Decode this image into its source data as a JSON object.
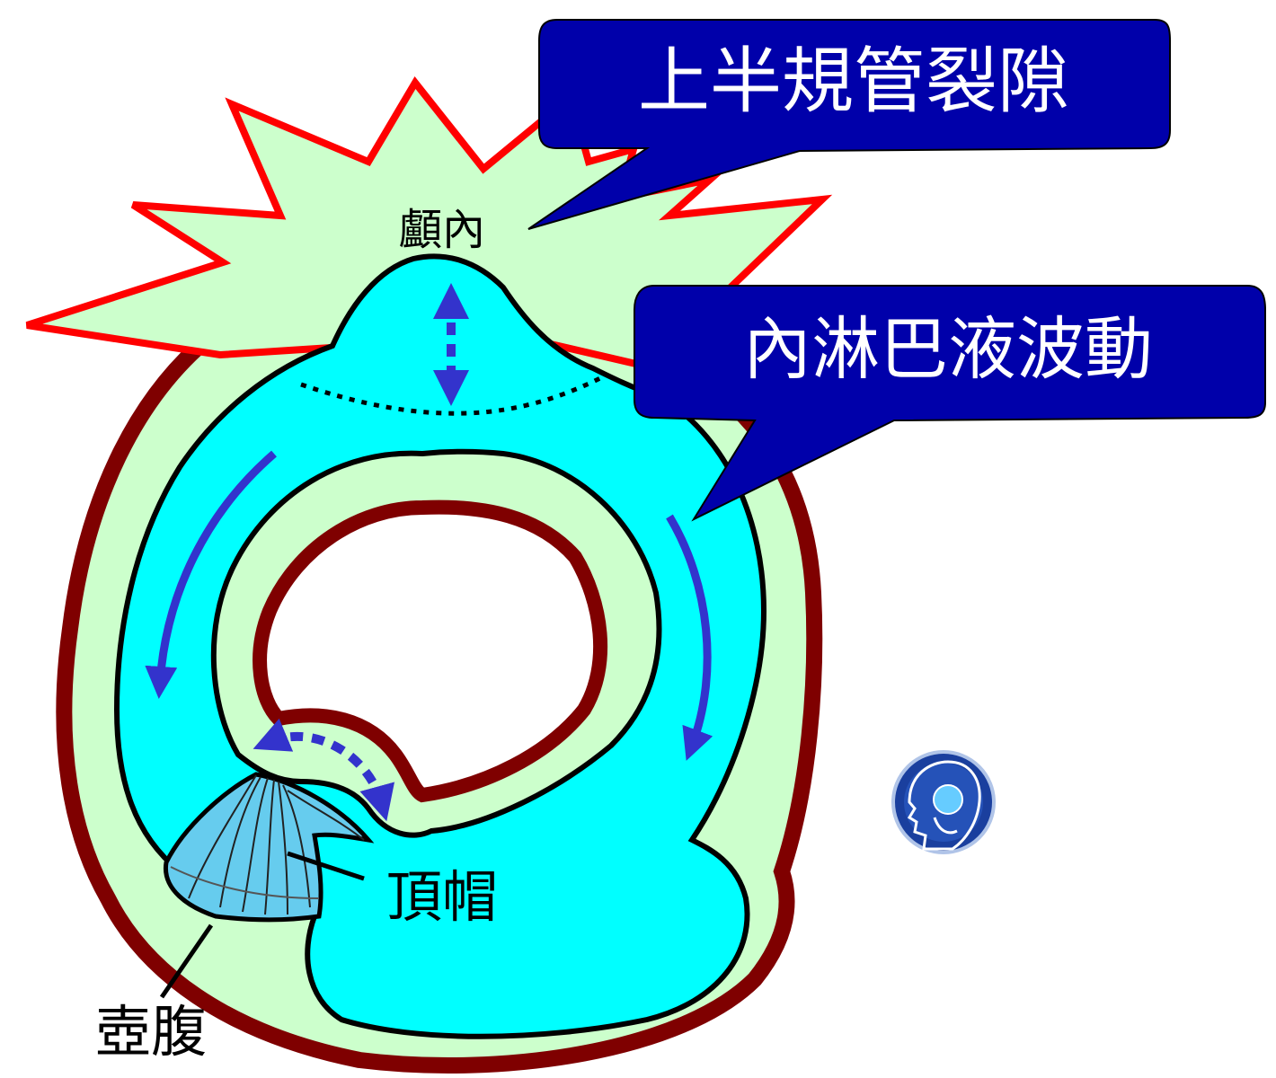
{
  "callouts": {
    "dehiscence": "上半規管裂隙",
    "endolymph_wave": "內淋巴液波動"
  },
  "labels": {
    "intracranial": "顱內",
    "cupula": "頂帽",
    "ampulla": "壺腹"
  },
  "colors": {
    "bone_fill": "#ccffcc",
    "bone_outline": "#7f0000",
    "endolymph": "#00ffff",
    "arrow": "#3333cc",
    "callout_fill": "#0000aa",
    "burst_outline": "#ff0000",
    "cupula": "#66ccee"
  },
  "icons": {
    "logo": "head-ear-logo-icon"
  }
}
